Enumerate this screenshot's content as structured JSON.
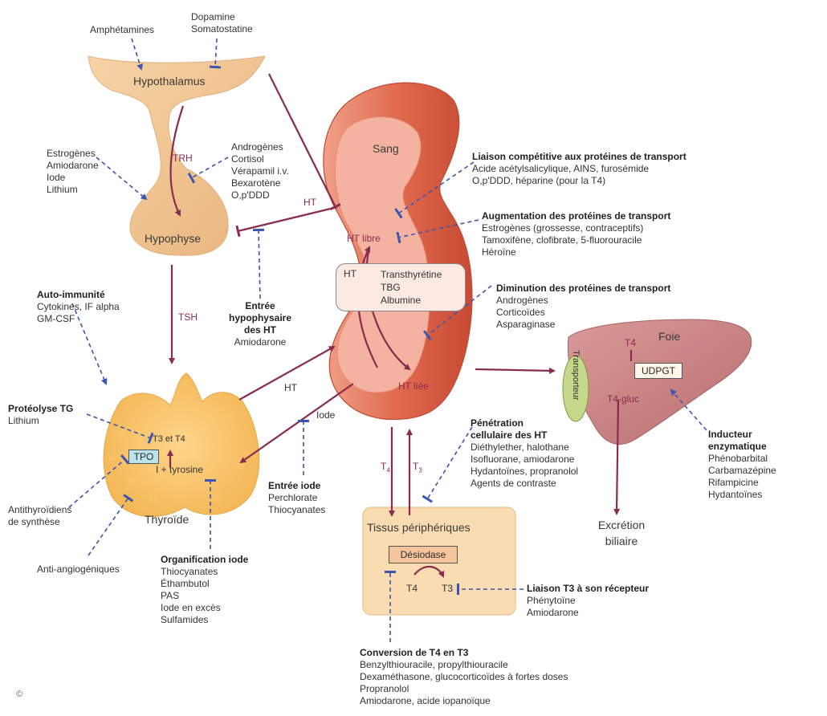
{
  "organs": {
    "hypothalamus": "Hypothalamus",
    "hypophyse": "Hypophyse",
    "thyroide": "Thyroïde",
    "sang": "Sang",
    "foie": "Foie",
    "tissus": "Tissus périphériques"
  },
  "hormones": {
    "trh": "TRH",
    "tsh": "TSH",
    "ht_feedback": "HT",
    "ht_out": "HT",
    "iode_in": "Iode",
    "t4_down": "T",
    "t4_sub": "4",
    "t3_up": "T",
    "t3_sub": "3",
    "excretion": [
      "Excrétion",
      "biliaire"
    ]
  },
  "blood": {
    "ht_libre": "HT libre",
    "ht_liee": "HT liée",
    "ht_box": "HT",
    "proteins": [
      "Transthyrétine",
      "TBG",
      "Albumine"
    ]
  },
  "thyroid_inner": {
    "t3_t4": "T3 et T4",
    "tpo": "TPO",
    "synthesis": "I + tyrosine"
  },
  "liver_inner": {
    "t4": "T4",
    "udpgt": "UDPGT",
    "t4gluc": "T4-gluc",
    "transporter": "Transporteur"
  },
  "tissue_inner": {
    "desiodase": "Désiodase",
    "t4": "T4",
    "t3": "T3"
  },
  "modulators": {
    "hypothalamus_left": [
      "Amphétamines"
    ],
    "hypothalamus_right": [
      "Dopamine",
      "Somatostatine"
    ],
    "pituitary_left": [
      "Estrogènes",
      "Amiodarone",
      "Iode",
      "Lithium"
    ],
    "pituitary_right": [
      "Androgènes",
      "Cortisol",
      "Vérapamil i.v.",
      "Bexarotène",
      "O,p'DDD"
    ],
    "entree_hypophysaire": {
      "title": [
        "Entrée",
        "hypophysaire",
        "des HT"
      ],
      "drugs": [
        "Amiodarone"
      ]
    },
    "auto_immunite": {
      "title": "Auto-immunité",
      "drugs": [
        "Cytokines, IF alpha",
        "GM-CSF"
      ]
    },
    "proteolyse": {
      "title": "Protéolyse TG",
      "drugs": [
        "Lithium"
      ]
    },
    "antithyroidiens": [
      "Antithyroïdiens",
      "de synthèse"
    ],
    "anti_angio": [
      "Anti-angiogéniques"
    ],
    "organification": {
      "title": "Organification iode",
      "drugs": [
        "Thiocyanates",
        "Éthambutol",
        "PAS",
        "Iode en excès",
        "Sulfamides"
      ]
    },
    "entree_iode": {
      "title": "Entrée iode",
      "drugs": [
        "Perchlorate",
        "Thiocyanates"
      ]
    },
    "liaison_competitive": {
      "title": "Liaison compétitive aux protéines de transport",
      "drugs": [
        "Acide acétylsalicylique, AINS, furosémide",
        "O,p'DDD, héparine (pour la T4)"
      ]
    },
    "augmentation": {
      "title": "Augmentation des protéines de transport",
      "drugs": [
        "Estrogènes (grossesse, contraceptifs)",
        "Tamoxifène, clofibrate, 5-fluorouracile",
        "Héroïne"
      ]
    },
    "diminution": {
      "title": "Diminution des protéines de transport",
      "drugs": [
        "Androgènes",
        "Corticoïdes",
        "Asparaginase"
      ]
    },
    "penetration": {
      "title": [
        "Pénétration",
        "cellulaire des HT"
      ],
      "drugs": [
        "Diéthylether, halothane",
        "Isofluorane, amiodarone",
        "Hydantoïnes, propranolol",
        "Agents de contraste"
      ]
    },
    "inducteur": {
      "title": [
        "Inducteur",
        "enzymatique"
      ],
      "drugs": [
        "Phénobarbital",
        "Carbamazépine",
        "Rifampicine",
        "Hydantoïnes"
      ]
    },
    "liaison_recepteur": {
      "title": "Liaison T3 à son récepteur",
      "drugs": [
        "Phénytoïne",
        "Amiodarone"
      ]
    },
    "conversion": {
      "title": "Conversion de T4 en T3",
      "drugs": [
        "Benzylthiouracile, propylthiouracile",
        "Dexaméthasone, glucocorticoïdes à fortes doses",
        "Propranolol",
        "Amiodarone, acide iopanoïque"
      ]
    }
  },
  "footer_mark": "©",
  "colors": {
    "arrow": "#8a2b50",
    "inhibit_dashed": "#3b55b0",
    "blood": "#e57a5e",
    "gland": "#f2c48c",
    "liver": "#c98282",
    "tissue": "#f8dcb0"
  }
}
